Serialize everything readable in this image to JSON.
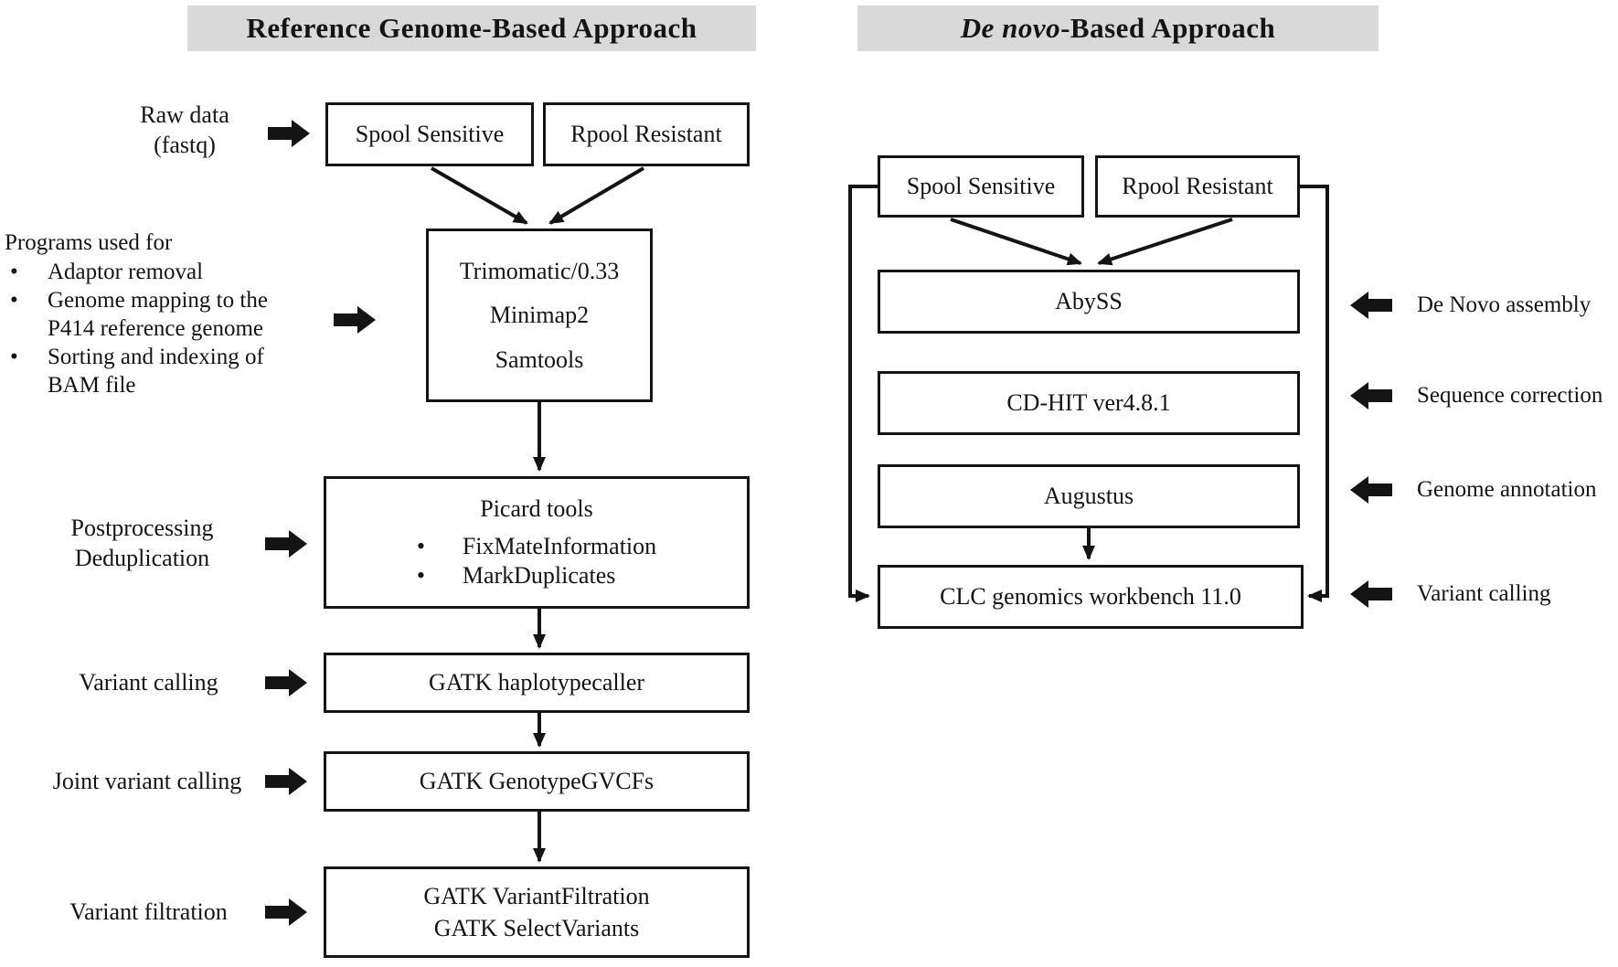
{
  "colors": {
    "background": "#ffffff",
    "header_bg": "#d9d9d9",
    "line": "#141414",
    "text": "#141414"
  },
  "left_panel": {
    "title": "Reference Genome-Based Approach",
    "raw_data_label": {
      "line1": "Raw data",
      "line2": "(fastq)"
    },
    "pool_boxes": {
      "sensitive": "Spool Sensitive",
      "resistant": "Rpool Resistant"
    },
    "programs_note": {
      "heading": "Programs used for",
      "lines": [
        {
          "dot": "•",
          "text": "Adaptor removal"
        },
        {
          "dot": "•",
          "text": "Genome mapping to the"
        },
        {
          "dot": "",
          "text": "P414 reference genome"
        },
        {
          "dot": "•",
          "text": "Sorting and indexing of"
        },
        {
          "dot": "",
          "text": "BAM file"
        }
      ]
    },
    "trimming_box": {
      "line1": "Trimomatic/0.33",
      "line2": "Minimap2",
      "line3": "Samtools"
    },
    "postprocessing_label": {
      "line1": "Postprocessing",
      "line2": "Deduplication"
    },
    "picard_box": {
      "title": "Picard tools",
      "bullets": [
        {
          "dot": "•",
          "text": "FixMateInformation"
        },
        {
          "dot": "•",
          "text": "MarkDuplicates"
        }
      ]
    },
    "variant_calling_label": "Variant calling",
    "haplotypecaller_box": "GATK haplotypecaller",
    "joint_variant_calling_label": "Joint variant calling",
    "genotypegvcfs_box": "GATK GenotypeGVCFs",
    "variant_filtration_label": "Variant filtration",
    "filtration_box": {
      "line1": "GATK VariantFiltration",
      "line2": "GATK SelectVariants"
    }
  },
  "right_panel": {
    "title_italic": "De novo",
    "title_rest": "-Based Approach",
    "pool_boxes": {
      "sensitive": "Spool Sensitive",
      "resistant": "Rpool Resistant"
    },
    "abyss_box": "AbySS",
    "cdhit_box": "CD-HIT ver4.8.1",
    "augustus_box": "Augustus",
    "clc_box": "CLC genomics workbench 11.0",
    "step_labels": {
      "assembly": "De Novo assembly",
      "correction": "Sequence correction",
      "annotation": "Genome annotation",
      "variant_calling": "Variant calling"
    }
  }
}
